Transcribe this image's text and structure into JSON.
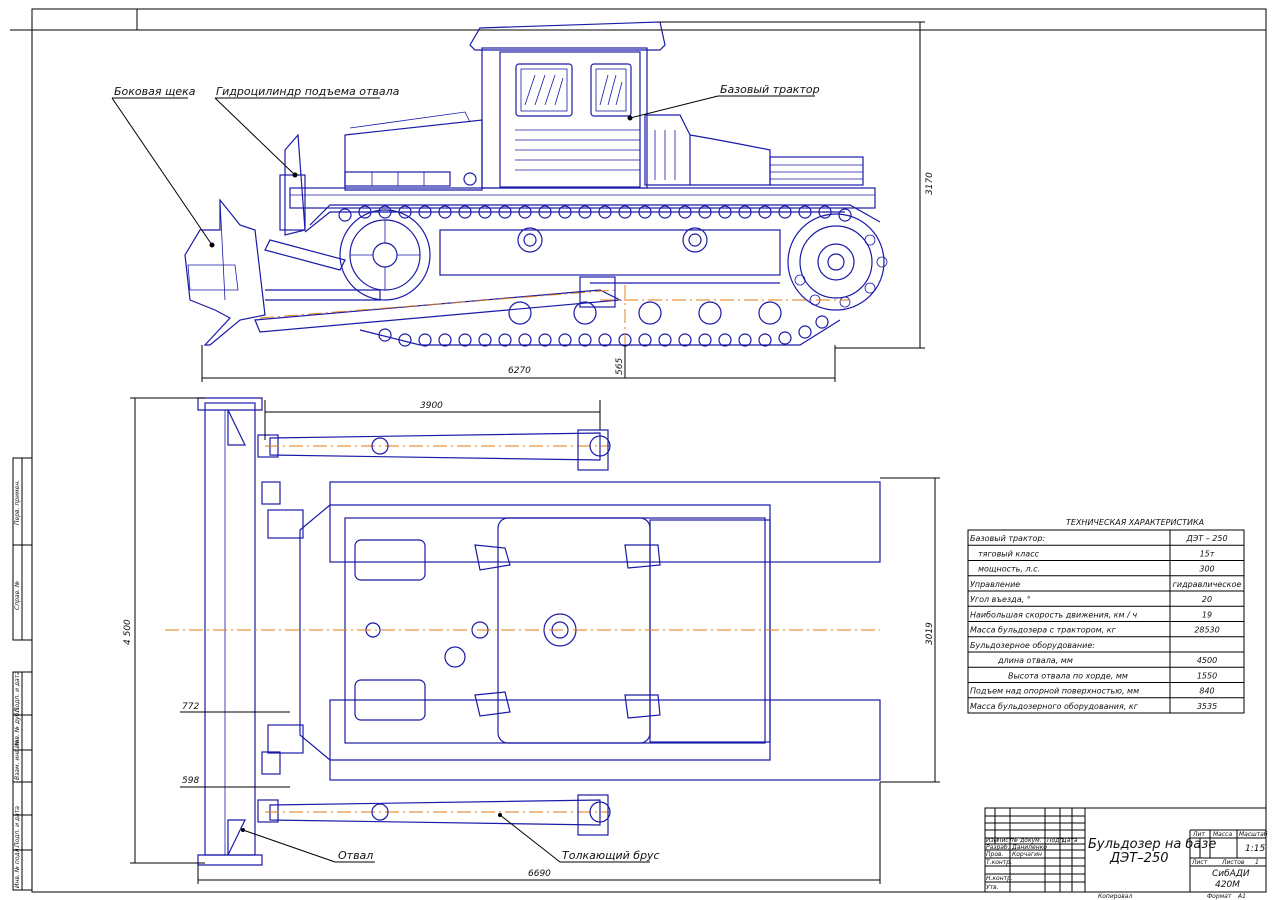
{
  "labels": {
    "side_cheek": "Боковая щека",
    "hydro_cylinder": "Гидроцилиндр подъема отвала",
    "base_tractor": "Базовый трактор",
    "blade": "Отвал",
    "push_beam": "Толкающий брус"
  },
  "dimensions": {
    "side_length": "6270",
    "side_height": "3170",
    "side_depth": "565",
    "top_3900": "3900",
    "top_width": "4 500",
    "top_3019": "3019",
    "top_772": "772",
    "top_598": "598",
    "top_length": "6690"
  },
  "tech": {
    "title": "ТЕХНИЧЕСКАЯ ХАРАКТЕРИСТИКА",
    "rows": [
      {
        "name": "Базовый трактор:",
        "value": "ДЭТ – 250"
      },
      {
        "name": "тяговый класс",
        "value": "15т"
      },
      {
        "name": "мощность, л.с.",
        "value": "300"
      },
      {
        "name": "Управление",
        "value": "гидравлическое"
      },
      {
        "name": "Угол въезда, °",
        "value": "20"
      },
      {
        "name": "Наибольшая скорость движения, км / ч",
        "value": "19"
      },
      {
        "name": "Масса бульдозера с трактором, кг",
        "value": "28530"
      },
      {
        "name": "Бульдозерное оборудование:",
        "value": ""
      },
      {
        "name": "длина отвала, мм",
        "value": "4500"
      },
      {
        "name": "Высота отвала по хорде, мм",
        "value": "1550"
      },
      {
        "name": "Подъем над опорной поверхностью, мм",
        "value": "840"
      },
      {
        "name": "Масса бульдозерного оборудования, кг",
        "value": "3535"
      }
    ]
  },
  "stamp": {
    "title_line1": "Бульдозер на базе",
    "title_line2": "ДЭТ–250",
    "col_lit": "Лит",
    "col_mass": "Масса",
    "col_scale": "Масштаб",
    "scale": "1:15",
    "sheet": "Лист",
    "sheets": "Листов",
    "sheets_count": "1",
    "org1": "СибАДИ",
    "org2": "420М",
    "copied": "Копировал",
    "format": "Формат",
    "format_val": "А1",
    "rows": [
      "Изм",
      "Лист",
      "№ докум.",
      "Подп.",
      "Дата"
    ],
    "razrab": "Разраб.",
    "prov": "Пров.",
    "tkontr": "Т.контр.",
    "nkontr": "Н.контр.",
    "utv": "Утв.",
    "author1": "Даниленко",
    "author2": "Корчагин"
  },
  "sidebar": {
    "s1": "Перв. примен.",
    "s2": "Справ. №",
    "s3": "Подп. и дата",
    "s4": "Инв. № дубл.",
    "s5": "Взам. инв. №",
    "s6": "Подп. и дата",
    "s7": "Инв. № подл."
  }
}
